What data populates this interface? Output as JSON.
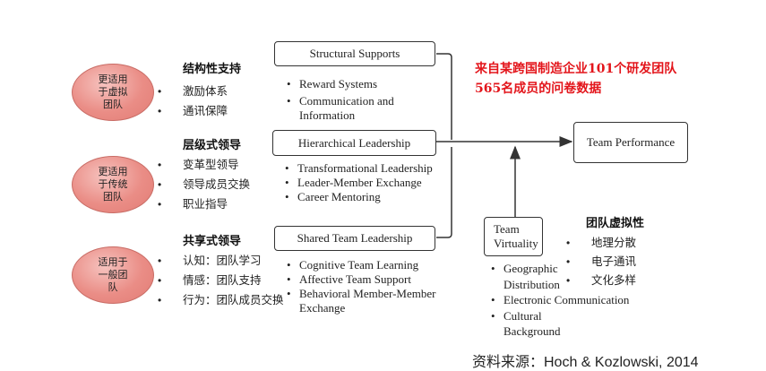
{
  "ovals": [
    {
      "text": "更适用\n于虚拟\n团队"
    },
    {
      "text": "更适用\n于传统\n团队"
    },
    {
      "text": "适用于\n一般团\n队"
    }
  ],
  "zh_groups": [
    {
      "heading": "结构性支持",
      "items": [
        "激励体系",
        "通讯保障"
      ]
    },
    {
      "heading": "层级式领导",
      "items": [
        "变革型领导",
        "领导成员交换",
        "职业指导"
      ]
    },
    {
      "heading": "共享式领导",
      "items": [
        "认知：团队学习",
        "情感：团队支持",
        "行为：团队成员交换"
      ]
    }
  ],
  "boxes": {
    "structural": "Structural Supports",
    "hierarchical": "Hierarchical Leadership",
    "shared": "Shared Team Leadership",
    "performance": "Team Performance",
    "virtuality": "Team\nVirtuality"
  },
  "en_lists": {
    "structural": [
      "Reward Systems",
      "Communication and Information"
    ],
    "hierarchical": [
      "Transformational Leadership",
      "Leader-Member Exchange",
      "Career Mentoring"
    ],
    "shared": [
      "Cognitive Team Learning",
      "Affective Team Support",
      "Behavioral Member-Member Exchange"
    ],
    "virtuality": [
      "Geographic Distribution",
      "Electronic Communication",
      "Cultural Background"
    ]
  },
  "virtuality_zh": {
    "heading": "团队虚拟性",
    "items": [
      "地理分散",
      "电子通讯",
      "文化多样"
    ]
  },
  "note": {
    "line1": "来自某跨国制造企业101个研发团队",
    "line2": "565名成员的问卷数据"
  },
  "source": "资料来源：Hoch & Kozlowski, 2014",
  "colors": {
    "accent_red": "#e3151b",
    "oval_fill": "#ea8d86"
  }
}
